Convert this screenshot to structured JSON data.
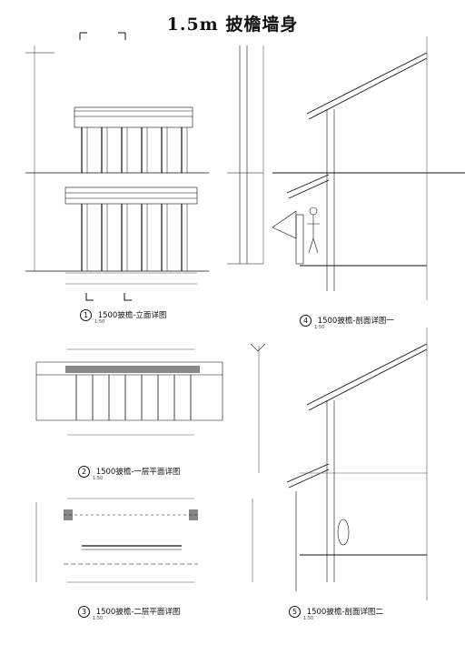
{
  "sheet": {
    "title": "1.5m 披檐墙身"
  },
  "drawings": [
    {
      "num": "1",
      "caption": "1500披檐-立面详图",
      "scale": "1:50"
    },
    {
      "num": "2",
      "caption": "1500披檐-一层平面详图",
      "scale": "1:50"
    },
    {
      "num": "3",
      "caption": "1500披檐-二层平面详图",
      "scale": "1:50"
    },
    {
      "num": "4",
      "caption": "1500披檐-剖面详图一",
      "scale": "1:50"
    },
    {
      "num": "5",
      "caption": "1500披檐-剖面详图二",
      "scale": "1:50"
    }
  ],
  "colors": {
    "line": "#111111",
    "dim": "#555555",
    "fill": "#888888"
  }
}
